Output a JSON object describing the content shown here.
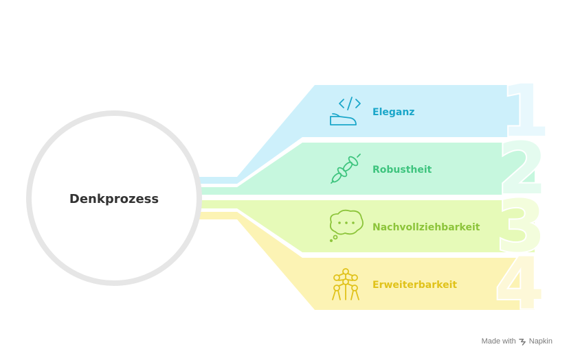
{
  "diagram": {
    "center": {
      "label": "Denkprozess"
    },
    "items": [
      {
        "number": "1",
        "label": "Eleganz",
        "icon": "code-hand-icon",
        "color": "#1aa6c9",
        "fill": "#cdf0fb",
        "num_fill": "#e8f8fd"
      },
      {
        "number": "2",
        "label": "Robustheit",
        "icon": "chain-icon",
        "color": "#3ec47e",
        "fill": "#c6f7de",
        "num_fill": "#e4fbef"
      },
      {
        "number": "3",
        "label": "Nachvollziehbarkeit",
        "icon": "thought-bubble-icon",
        "color": "#8cc43a",
        "fill": "#e6fab8",
        "num_fill": "#f3fddc"
      },
      {
        "number": "4",
        "label": "Erweiterbarkeit",
        "icon": "atomium-icon",
        "color": "#e0c21a",
        "fill": "#fcf3b4",
        "num_fill": "#fdf8d8"
      }
    ]
  },
  "footer": {
    "credit_prefix": "Made with",
    "brand": "Napkin",
    "icon": "napkin-logo-icon"
  }
}
